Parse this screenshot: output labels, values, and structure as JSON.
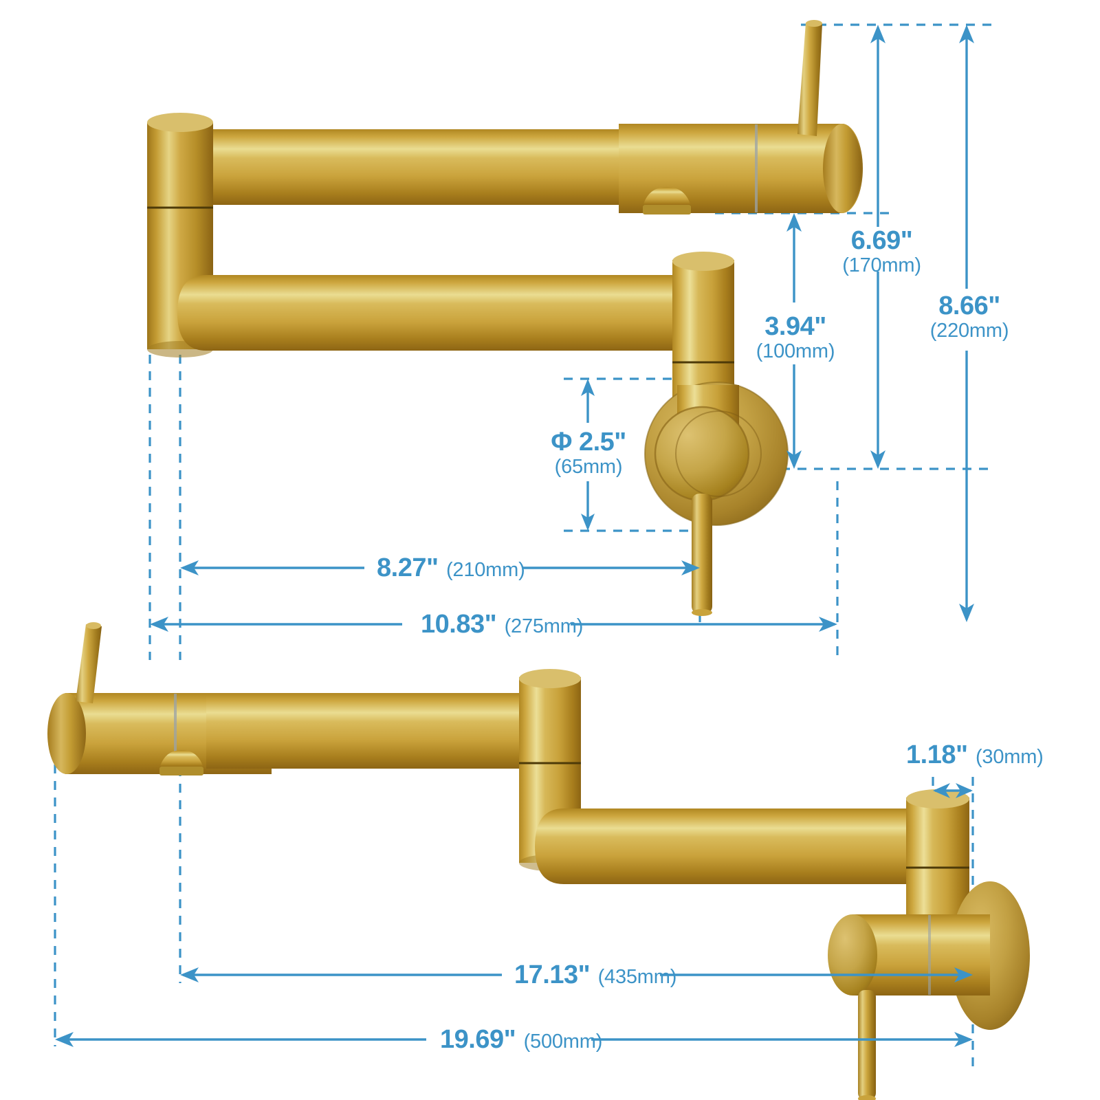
{
  "product": {
    "type": "wall-mounted folding pot filler faucet",
    "finish": "brushed gold",
    "views": [
      {
        "id": "top-view",
        "label": "folded / extended side elevation (upper)"
      },
      {
        "id": "bottom-view",
        "label": "fully extended side elevation (lower)"
      }
    ]
  },
  "colors": {
    "dimension_blue": "#3c93c7",
    "gold_light": "#e9d585",
    "gold_mid": "#cfa941",
    "gold_dark": "#a8801f",
    "gold_shadow": "#8a6615",
    "background": "#ffffff"
  },
  "dimensions": {
    "height_to_spout": {
      "inch": "6.69\"",
      "mm": "(170mm)",
      "orientation": "vertical",
      "view": "top-view"
    },
    "height_total": {
      "inch": "8.66\"",
      "mm": "(220mm)",
      "orientation": "vertical",
      "view": "top-view"
    },
    "height_valve": {
      "inch": "3.94\"",
      "mm": "(100mm)",
      "orientation": "vertical",
      "view": "top-view"
    },
    "flange_diameter": {
      "symbol": "Φ",
      "inch": "2.5\"",
      "mm": "(65mm)",
      "orientation": "vertical",
      "view": "top-view"
    },
    "reach_inner": {
      "inch": "8.27\"",
      "mm": "(210mm)",
      "orientation": "horizontal",
      "view": "top-view"
    },
    "reach_outer": {
      "inch": "10.83\"",
      "mm": "(275mm)",
      "orientation": "horizontal",
      "view": "top-view"
    },
    "wall_offset": {
      "inch": "1.18\"",
      "mm": "(30mm)",
      "orientation": "horizontal",
      "view": "bottom-view"
    },
    "extended_inner": {
      "inch": "17.13\"",
      "mm": "(435mm)",
      "orientation": "horizontal",
      "view": "bottom-view"
    },
    "extended_outer": {
      "inch": "19.69\"",
      "mm": "(500mm)",
      "orientation": "horizontal",
      "view": "bottom-view"
    }
  },
  "labels": {
    "d_6_69_inch": "6.69\"",
    "d_6_69_mm": "(170mm)",
    "d_8_66_inch": "8.66\"",
    "d_8_66_mm": "(220mm)",
    "d_3_94_inch": "3.94\"",
    "d_3_94_mm": "(100mm)",
    "d_phi_inch": "Φ 2.5\"",
    "d_phi_mm": "(65mm)",
    "d_8_27_inch": "8.27\"",
    "d_8_27_mm": "(210mm)",
    "d_10_83_inch": "10.83\"",
    "d_10_83_mm": "(275mm)",
    "d_1_18_inch": "1.18\"",
    "d_1_18_mm": "(30mm)",
    "d_17_13_inch": "17.13\"",
    "d_17_13_mm": "(435mm)",
    "d_19_69_inch": "19.69\"",
    "d_19_69_mm": "(500mm)"
  }
}
